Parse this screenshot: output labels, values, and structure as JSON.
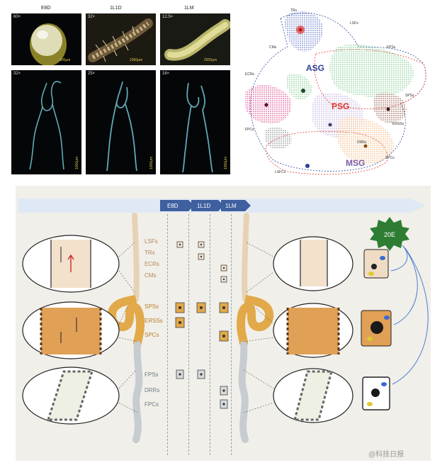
{
  "photos": {
    "columns": [
      {
        "stage": "E8D",
        "top_mag": "60×",
        "top_scale": "500μm",
        "bottom_mag": "32×",
        "bottom_scale": "1000μm"
      },
      {
        "stage": "1L1D",
        "top_mag": "32×",
        "top_scale": "1000μm",
        "bottom_mag": "25×",
        "bottom_scale": "1000μm"
      },
      {
        "stage": "1LM",
        "top_mag": "12.5×",
        "top_scale": "2500μm",
        "bottom_mag": "16×",
        "bottom_scale": "1000μm"
      }
    ]
  },
  "tsne": {
    "regions": [
      "ASG",
      "PSG",
      "MSG"
    ],
    "cluster_labels": [
      "TRs",
      "LSFs",
      "CMs",
      "FPSs",
      "ECRs",
      "SPSs",
      "ERSSs",
      "FPCs",
      "DRRs",
      "SPCs",
      "LSFCs"
    ],
    "colors": {
      "asg": "#2b3f9a",
      "psg": "#e03a2f",
      "msg": "#7c5aa8"
    }
  },
  "timeline": {
    "stages": [
      "E8D",
      "1L1D",
      "1LM"
    ]
  },
  "cell_types": {
    "asg": [
      "LSFs",
      "TRs",
      "ECRs",
      "CMs"
    ],
    "msg": [
      "SPSs",
      "ERSSs",
      "SPCs"
    ],
    "psg": [
      "FPSs",
      "DRRs",
      "FPCs"
    ]
  },
  "hormone": {
    "label": "20E"
  },
  "watermark": "@科技日报"
}
